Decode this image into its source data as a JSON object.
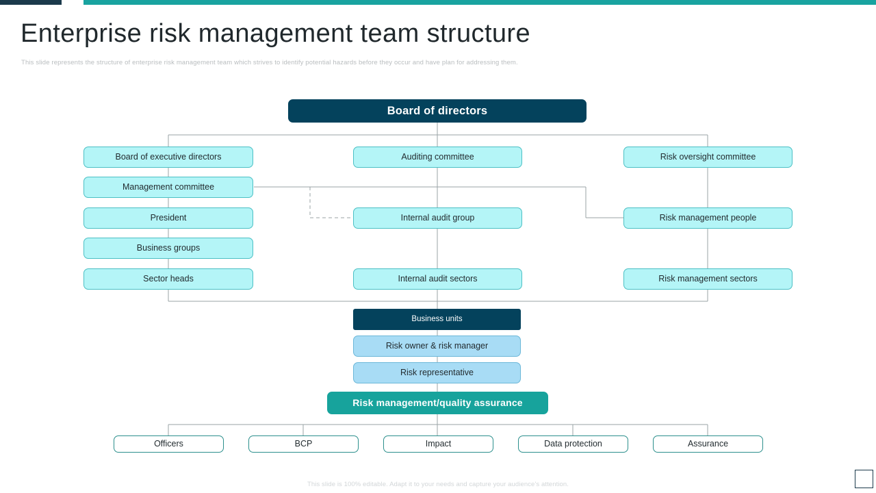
{
  "header": {
    "title": "Enterprise risk management team structure",
    "subtitle": "This slide represents the structure of enterprise risk management team which strives to identify potential hazards before they occur and have plan for addressing them."
  },
  "footer": {
    "note": "This slide is 100% editable. Adapt it to your needs and capture your audience's attention."
  },
  "colors": {
    "accent_dark": "#1b3a4b",
    "accent_teal": "#19a3a0",
    "node_navy": "#04425c",
    "node_cyan": "#b4f5f7",
    "node_cyan_border": "#4bbfc4",
    "node_lightblue": "#a8dcf5",
    "node_outline_border": "#2b8f8c",
    "connector": "#9aa3a6"
  },
  "chart": {
    "root": {
      "label": "Board of directors"
    },
    "level2": [
      {
        "label": "Board of executive directors"
      },
      {
        "label": "Auditing committee"
      },
      {
        "label": "Risk oversight committee"
      }
    ],
    "left_column": [
      {
        "label": "Management committee"
      },
      {
        "label": "President"
      },
      {
        "label": "Business groups"
      },
      {
        "label": "Sector heads"
      }
    ],
    "middle_column": [
      {
        "label": "Internal audit group"
      },
      {
        "label": "Internal audit sectors"
      }
    ],
    "right_column": [
      {
        "label": "Risk management people"
      },
      {
        "label": "Risk management sectors"
      }
    ],
    "center_stack": [
      {
        "label": "Business units"
      },
      {
        "label": "Risk owner & risk manager"
      },
      {
        "label": "Risk representative"
      }
    ],
    "highlight": {
      "label": "Risk management/quality assurance"
    },
    "bottom_row": [
      {
        "label": "Officers"
      },
      {
        "label": "BCP"
      },
      {
        "label": "Impact"
      },
      {
        "label": "Data protection"
      },
      {
        "label": "Assurance"
      }
    ]
  }
}
